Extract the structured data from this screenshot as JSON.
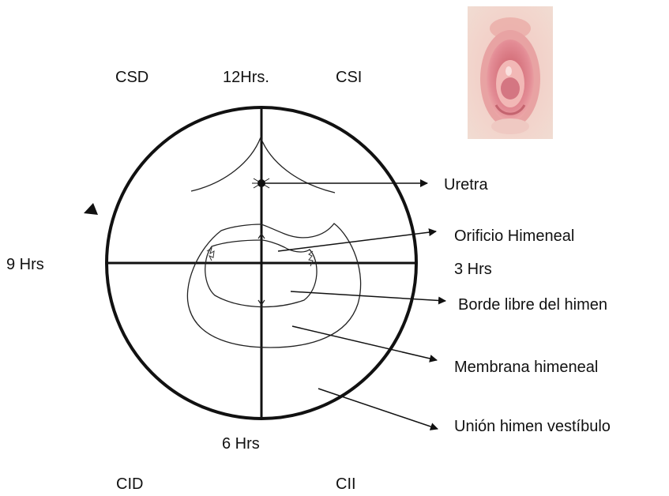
{
  "quadrants": {
    "top_left": "CSD",
    "top_right": "CSI",
    "bottom_left": "CID",
    "bottom_right": "CII"
  },
  "clock": {
    "twelve": "12Hrs.",
    "three": "3 Hrs",
    "six": "6 Hrs",
    "nine": "9 Hrs"
  },
  "structures": {
    "uretra": "Uretra",
    "orificio": "Orificio Himeneal",
    "borde": "Borde libre del himen",
    "membrana": "Membrana himeneal",
    "union": "Unión himen vestíbulo"
  },
  "colors": {
    "ink": "#111111",
    "photo_skin": "#e8b4ae",
    "photo_mucosa": "#d9707a"
  }
}
